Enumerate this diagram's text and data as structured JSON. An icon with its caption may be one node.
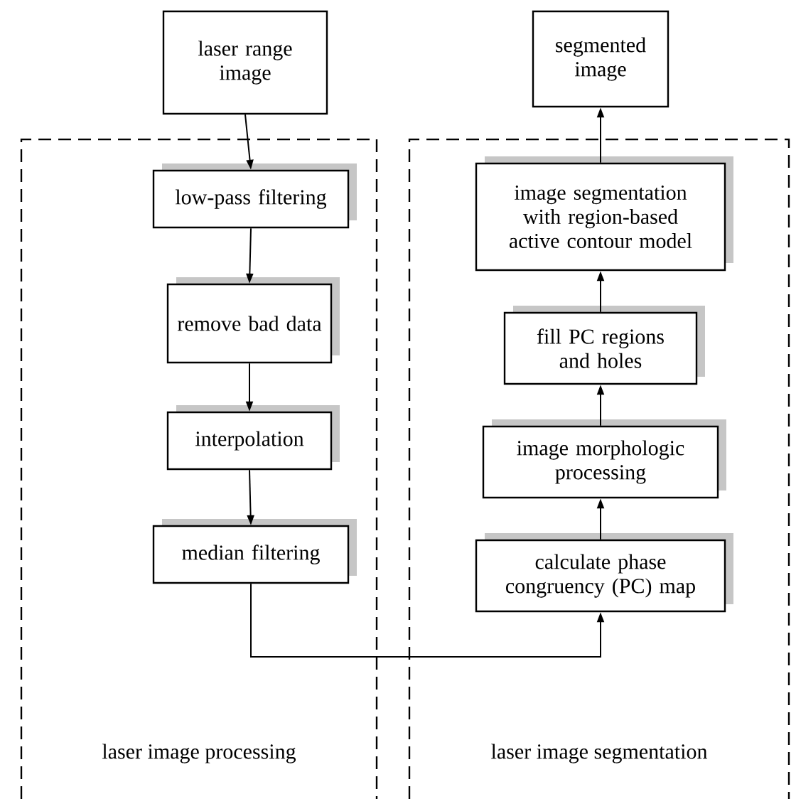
{
  "diagram": {
    "nodes": [
      {
        "text": [
          "laser image processing"
        ]
      },
      {
        "text": [
          "laser image segmentation"
        ]
      },
      {
        "text": [
          "laser range image"
        ]
      },
      {
        "text": [
          "low-pass filtering"
        ],
        "in": 0
      },
      {
        "text": [
          "remove bad data"
        ],
        "in": 0
      },
      {
        "text": [
          "interpolation"
        ],
        "in": 0
      },
      {
        "text": [
          "median filtering"
        ],
        "in": 0
      },
      {
        "text": [
          "segmented image"
        ]
      },
      {
        "text": [
          "image segmentation with region-based active contour model"
        ],
        "in": 1
      },
      {
        "text": [
          "fill PC regions and holes"
        ],
        "in": 1
      },
      {
        "text": [
          "image morphologic processing"
        ],
        "in": 1
      },
      {
        "text": [
          "calculate phase congruency (PC) map"
        ],
        "in": 1
      }
    ],
    "edges": [
      {
        "from": 2,
        "to": 3,
        "arrow": "to"
      },
      {
        "from": 3,
        "to": 4,
        "arrow": "to"
      },
      {
        "from": 4,
        "to": 5,
        "arrow": "to"
      },
      {
        "from": 5,
        "to": 6,
        "arrow": "to"
      },
      {
        "from": 6,
        "to": 11,
        "arrow": "to"
      },
      {
        "from": 11,
        "to": 10,
        "arrow": "to"
      },
      {
        "from": 10,
        "to": 9,
        "arrow": "to"
      },
      {
        "from": 9,
        "to": 8,
        "arrow": "to"
      },
      {
        "from": 8,
        "to": 7,
        "arrow": "to"
      }
    ]
  }
}
